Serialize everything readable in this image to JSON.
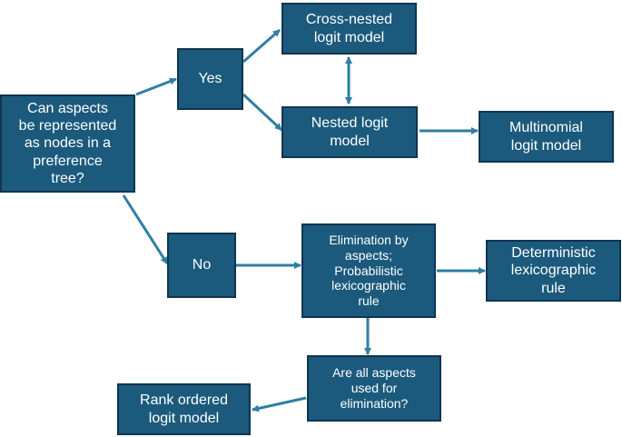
{
  "colors": {
    "box_fill": "#1b5a7c",
    "box_border": "#0e3550",
    "arrow": "#2f7ea4",
    "text": "#ffffff"
  },
  "nodes": {
    "question_tree": "Can aspects\nbe represented\nas nodes in a\npreference\ntree?",
    "yes": "Yes",
    "no": "No",
    "cross_nested": "Cross-nested\nlogit model",
    "nested": "Nested logit\nmodel",
    "multinomial": "Multinomial\nlogit model",
    "elimination": "Elimination by\naspects;\nProbabilistic\nlexicographic\nrule",
    "deterministic": "Deterministic\nlexicographic\nrule",
    "question_aspects": "Are all aspects\nused for\nelimination?",
    "rank_ordered": "Rank ordered\nlogit model"
  }
}
